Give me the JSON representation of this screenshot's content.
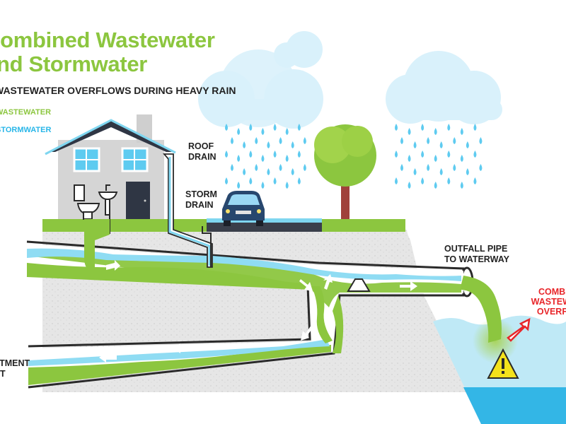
{
  "title": {
    "line1": "Combined Wastewater",
    "line2": "and Stormwater"
  },
  "subtitle": "WASTEWATER OVERFLOWS DURING HEAVY RAIN",
  "legend": [
    {
      "label": "WASTEWATER",
      "color": "#8cc63f"
    },
    {
      "label": "STORMWATER",
      "color": "#29b6e8"
    }
  ],
  "labels": {
    "roof_drain": "ROOF\nDRAIN",
    "storm_drain": "STORM\nDRAIN",
    "outfall": "OUTFALL PIPE\nTO WATERWAY",
    "treatment": "TO\nTREATMENT\nPLANT",
    "overflow": "COMBINED\nWASTEWATER\nOVERFLOW"
  },
  "icons": [
    "house",
    "toilet-icon",
    "sink-icon",
    "car-icon",
    "tree-icon",
    "cloud-icon",
    "raindrop-icon",
    "warning-icon",
    "flow-arrow-icon"
  ],
  "colors": {
    "wastewater": "#8cc63f",
    "stormwater": "#29b6e8",
    "ground": "#e4e4e4",
    "warning": "#f4e21b",
    "overflow_label": "#e8262a"
  }
}
